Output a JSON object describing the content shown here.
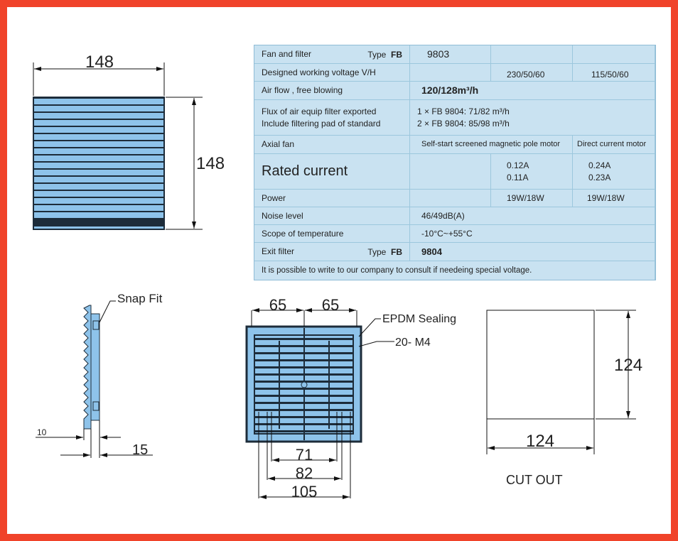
{
  "front_view": {
    "width_dim": "148",
    "height_dim": "148"
  },
  "side_view": {
    "snap_label": "Snap Fit",
    "dim_10": "10",
    "dim_15": "15"
  },
  "mount_view": {
    "dim_left": "65",
    "dim_right": "65",
    "sealing_label": "EPDM Sealing",
    "screw_label": "20- M4",
    "dim_71": "71",
    "dim_82": "82",
    "dim_105": "105"
  },
  "cutout": {
    "dim_h": "124",
    "dim_w": "124",
    "label": "CUT OUT"
  },
  "spec_table": {
    "fan_filter": {
      "label": "Fan and filter",
      "type_label": "Type",
      "type_code": "FB",
      "model": "9803"
    },
    "voltage": {
      "label": "Designed working voltage V/H",
      "v1": "230/50/60",
      "v2": "115/50/60"
    },
    "airflow": {
      "label": "Air flow , free blowing",
      "value": "120/128m³/h"
    },
    "flux": {
      "label1": "Flux of air  equip filter exported",
      "label2": "Include filtering pad of standard",
      "value1": "1 × FB 9804: 71/82 m³/h",
      "value2": "2 × FB 9804: 85/98 m³/h"
    },
    "axial": {
      "label": "Axial fan",
      "motor1": "Self-start screened magnetic pole motor",
      "motor2": "Direct current motor"
    },
    "current": {
      "label": "Rated current",
      "c1a": "0.12A",
      "c1b": "0.11A",
      "c2a": "0.24A",
      "c2b": "0.23A"
    },
    "power": {
      "label": "Power",
      "p1": "19W/18W",
      "p2": "19W/18W"
    },
    "noise": {
      "label": "Noise level",
      "value": "46/49dB(A)"
    },
    "temp": {
      "label": "Scope of temperature",
      "value": "-10°C~+55°C"
    },
    "exit": {
      "label": "Exit filter",
      "type_label": "Type",
      "type_code": "FB",
      "model": "9804"
    },
    "note": "It is possible to write to our company to consult if needeing special voltage."
  }
}
